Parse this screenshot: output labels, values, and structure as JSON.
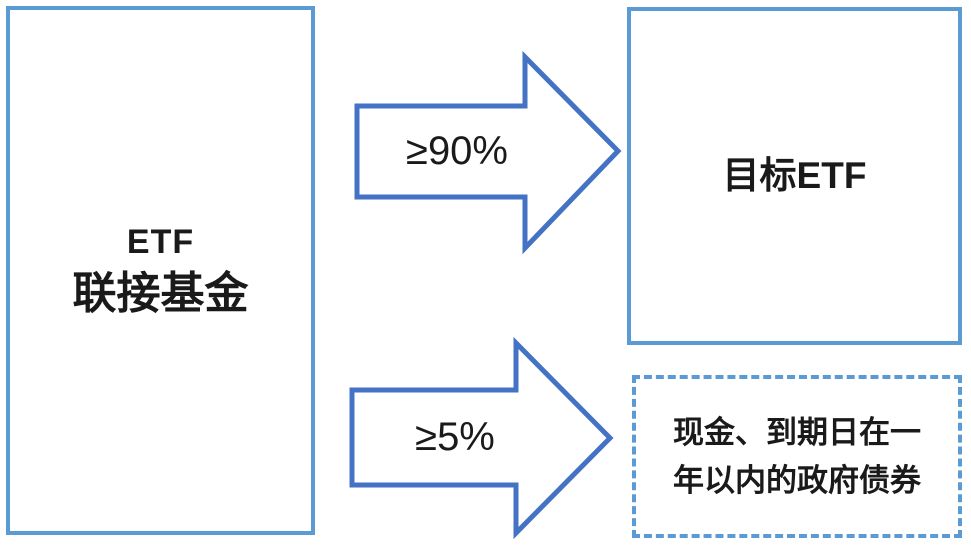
{
  "colors": {
    "background": "#ffffff",
    "box_border": "#5b9bd5",
    "arrow_stroke": "#4472c4",
    "text": "#1a1a1a"
  },
  "source_box": {
    "line1": "ETF",
    "line2": "联接基金"
  },
  "arrows": [
    {
      "label": "≥90%"
    },
    {
      "label": "≥5%"
    }
  ],
  "target_box": {
    "label": "目标ETF"
  },
  "cash_box": {
    "lines": [
      "现金、到期日在一",
      "年以内的政府债券"
    ]
  }
}
